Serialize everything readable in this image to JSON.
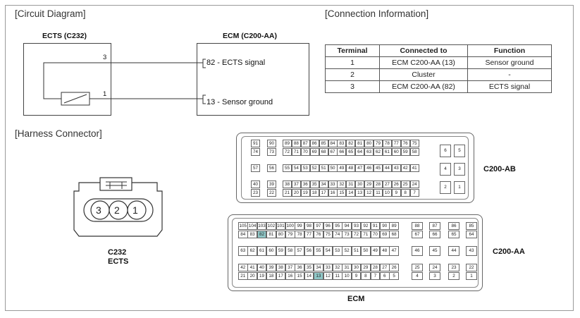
{
  "sections": {
    "circuit": "[Circuit Diagram]",
    "connection": "[Connection Information]",
    "harness": "[Harness Connector]"
  },
  "circuit": {
    "ects_title": "ECTS (C232)",
    "ecm_title": "ECM (C200-AA)",
    "wire_top_label": "3",
    "wire_bottom_label": "1",
    "ecm_signal": "82 - ECTS signal",
    "ecm_ground": "13 - Sensor ground"
  },
  "table": {
    "headers": [
      "Terminal",
      "Connected to",
      "Function"
    ],
    "rows": [
      [
        "1",
        "ECM C200-AA (13)",
        "Sensor ground"
      ],
      [
        "2",
        "Cluster",
        "-"
      ],
      [
        "3",
        "ECM C200-AA (82)",
        "ECTS signal"
      ]
    ]
  },
  "harness": {
    "sensor_pins": [
      "3",
      "2",
      "1"
    ],
    "sensor_label_1": "C232",
    "sensor_label_2": "ECTS",
    "ab_label": "C200-AB",
    "aa_label": "C200-AA",
    "ecm_label": "ECM",
    "ab_rows": [
      [
        "91",
        "90",
        "89",
        "88",
        "87",
        "86",
        "85",
        "84",
        "83",
        "82",
        "81",
        "80",
        "79",
        "78",
        "77",
        "76",
        "75"
      ],
      [
        "74",
        "73",
        "72",
        "71",
        "70",
        "69",
        "68",
        "67",
        "66",
        "65",
        "64",
        "63",
        "62",
        "61",
        "60",
        "59",
        "58"
      ],
      [
        "57",
        "56",
        "55",
        "54",
        "53",
        "52",
        "51",
        "50",
        "49",
        "48",
        "47",
        "46",
        "45",
        "44",
        "43",
        "42",
        "41"
      ],
      [
        "40",
        "39",
        "38",
        "37",
        "36",
        "35",
        "34",
        "33",
        "32",
        "31",
        "30",
        "29",
        "28",
        "27",
        "26",
        "25",
        "24"
      ],
      [
        "23",
        "22",
        "21",
        "20",
        "19",
        "18",
        "17",
        "16",
        "15",
        "14",
        "13",
        "12",
        "11",
        "10",
        "9",
        "8",
        "7"
      ]
    ],
    "ab_side": [
      "6",
      "5",
      "4",
      "3",
      "2",
      "1"
    ],
    "aa_rows": [
      [
        "105",
        "104",
        "103",
        "102",
        "101",
        "100",
        "99",
        "98",
        "97",
        "96",
        "95",
        "94",
        "93",
        "92",
        "91",
        "90",
        "89",
        "88",
        "87",
        "86",
        "85"
      ],
      [
        "84",
        "83",
        "82",
        "81",
        "80",
        "79",
        "78",
        "77",
        "76",
        "75",
        "74",
        "73",
        "72",
        "71",
        "70",
        "69",
        "68",
        "67",
        "66",
        "65",
        "64"
      ],
      [
        "63",
        "62",
        "61",
        "60",
        "59",
        "58",
        "57",
        "56",
        "55",
        "54",
        "53",
        "52",
        "51",
        "50",
        "49",
        "48",
        "47",
        "46",
        "45",
        "44",
        "43"
      ],
      [
        "42",
        "41",
        "40",
        "39",
        "38",
        "37",
        "36",
        "35",
        "34",
        "33",
        "32",
        "31",
        "30",
        "29",
        "28",
        "27",
        "26",
        "25",
        "24",
        "23",
        "22"
      ],
      [
        "21",
        "20",
        "19",
        "18",
        "17",
        "16",
        "15",
        "14",
        "13",
        "12",
        "11",
        "10",
        "9",
        "8",
        "7",
        "6",
        "5",
        "4",
        "3",
        "2",
        "1"
      ]
    ],
    "aa_highlight": [
      "82",
      "13"
    ]
  }
}
